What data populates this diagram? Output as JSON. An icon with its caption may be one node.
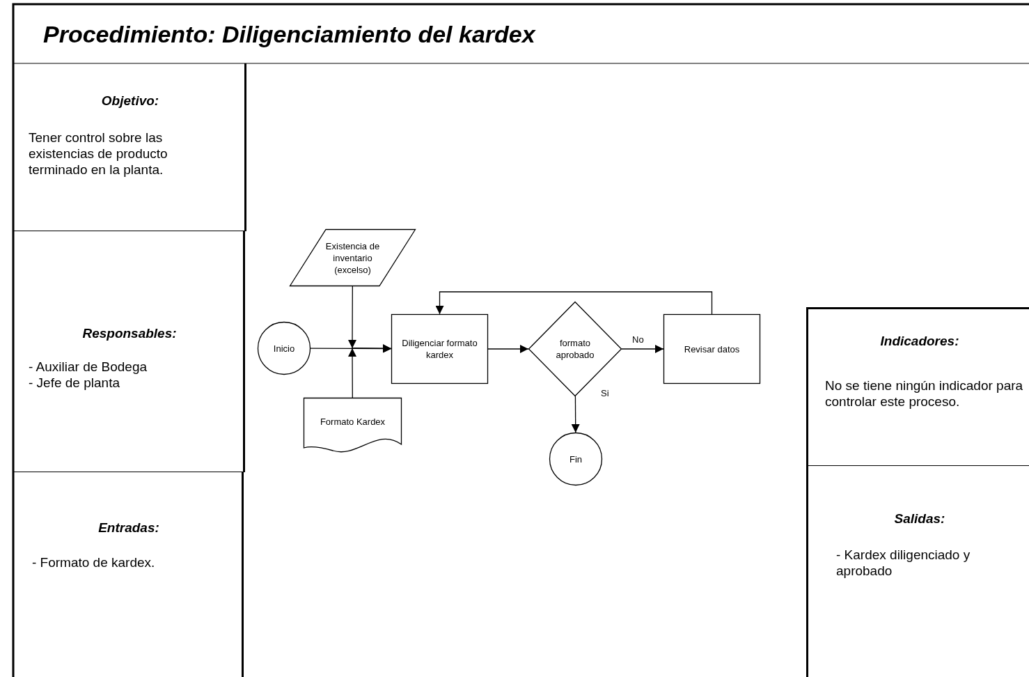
{
  "diagram": {
    "title": "Procedimiento: Diligenciamiento del kardex",
    "nodes": [
      {
        "text": [
          "Objetivo:",
          "Tener control sobre las existencias de producto terminado en la planta."
        ]
      },
      {
        "text": [
          "Responsables:",
          "- Auxiliar de Bodega",
          "- Jefe de planta"
        ]
      },
      {
        "text": [
          "Entradas:",
          "- Formato de kardex."
        ]
      },
      {
        "text": [
          "Indicadores:",
          "No se tiene ningún indicador para controlar este proceso."
        ]
      },
      {
        "text": [
          "Salidas:",
          "- Kardex diligenciado y aprobado"
        ]
      },
      {
        "text": [
          "Existencia de inventario (excelso)"
        ]
      },
      {
        "text": [
          "Inicio"
        ]
      },
      {
        "text": [
          "Formato Kardex"
        ]
      },
      {
        "text": [
          "Diligenciar formato kardex"
        ]
      },
      {
        "text": [
          "formato aprobado"
        ]
      },
      {
        "text": [
          "Revisar datos"
        ]
      },
      {
        "text": [
          "Fin"
        ]
      }
    ],
    "edges": [
      {
        "from": 6,
        "to": 8,
        "arrow": "to"
      },
      {
        "from": 5,
        "to": 8,
        "arrow": "to"
      },
      {
        "from": 7,
        "to": 8,
        "arrow": "to"
      },
      {
        "from": 8,
        "to": 9,
        "arrow": "to"
      },
      {
        "from": 9,
        "to": 10,
        "arrow": "to",
        "label": "No"
      },
      {
        "from": 10,
        "to": 8,
        "arrow": "to"
      },
      {
        "from": 9,
        "to": 11,
        "arrow": "to",
        "label": "Si"
      }
    ]
  }
}
